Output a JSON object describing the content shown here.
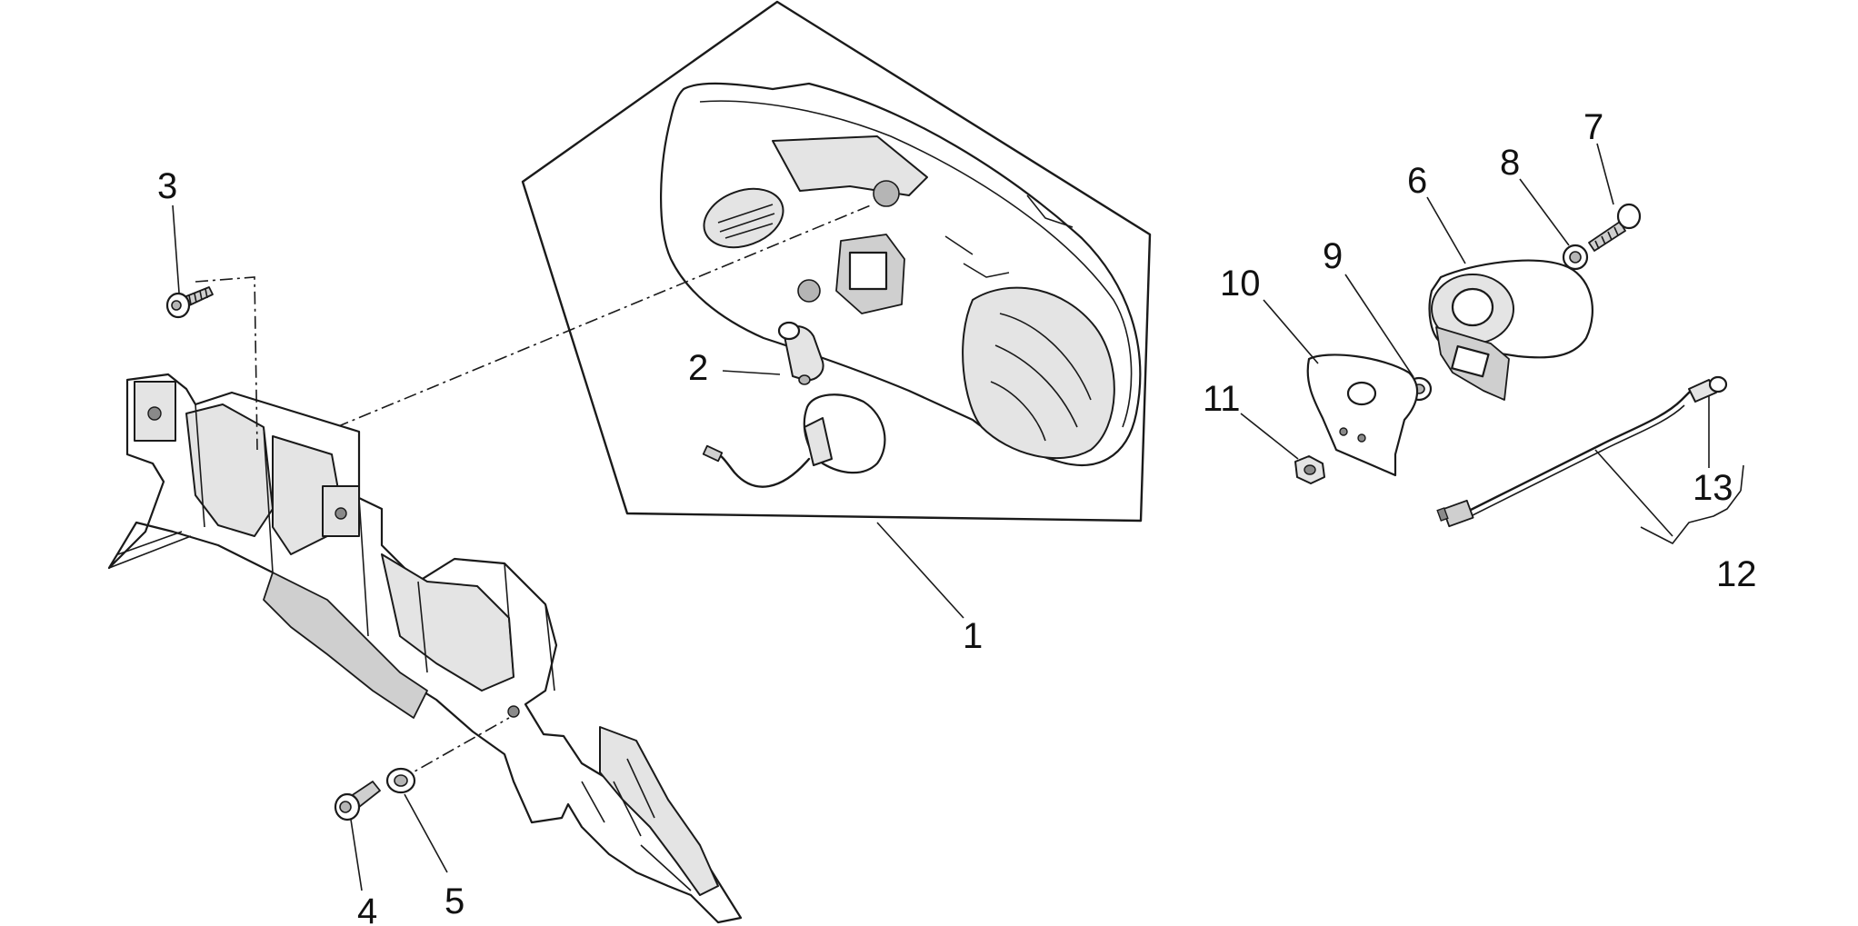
{
  "callouts": [
    {
      "id": "part-1",
      "text": "1"
    },
    {
      "id": "part-2",
      "text": "2"
    },
    {
      "id": "part-3",
      "text": "3"
    },
    {
      "id": "part-4",
      "text": "4"
    },
    {
      "id": "part-5",
      "text": "5"
    },
    {
      "id": "part-6",
      "text": "6"
    },
    {
      "id": "part-7",
      "text": "7"
    },
    {
      "id": "part-8",
      "text": "8"
    },
    {
      "id": "part-9",
      "text": "9"
    },
    {
      "id": "part-10",
      "text": "10"
    },
    {
      "id": "part-11",
      "text": "11"
    },
    {
      "id": "part-12",
      "text": "12"
    },
    {
      "id": "part-13",
      "text": "13"
    }
  ],
  "colors": {
    "line": "#1a1a1a",
    "background": "#ffffff",
    "shade": "#e4e4e4"
  }
}
